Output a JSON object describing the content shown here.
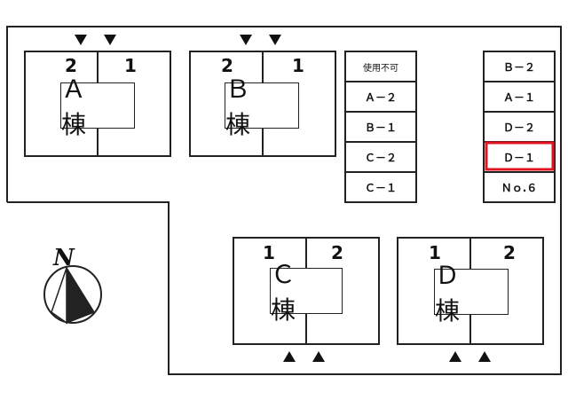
{
  "buildings": {
    "a": {
      "name": "Ａ 棟",
      "units": [
        "2",
        "1"
      ]
    },
    "b": {
      "name": "Ｂ 棟",
      "units": [
        "2",
        "1"
      ]
    },
    "c": {
      "name": "Ｃ 棟",
      "units": [
        "1",
        "2"
      ]
    },
    "d": {
      "name": "Ｄ 棟",
      "units": [
        "1",
        "2"
      ]
    }
  },
  "parking_left": [
    "使用不可",
    "Ａ－２",
    "Ｂ－１",
    "Ｃ－２",
    "Ｃ－１"
  ],
  "parking_right": [
    "Ｂ－２",
    "Ａ－１",
    "Ｄ－２",
    "Ｄ－１",
    "Ｎｏ.６"
  ],
  "highlighted_slot": "Ｄ－１",
  "north": {
    "label": "N"
  },
  "colors": {
    "line": "#222222",
    "highlight": "#e0141e",
    "background": "#ffffff"
  },
  "icons": {
    "entrance_down": "triangle-down-icon",
    "entrance_up": "triangle-up-icon",
    "north": "compass-icon"
  }
}
